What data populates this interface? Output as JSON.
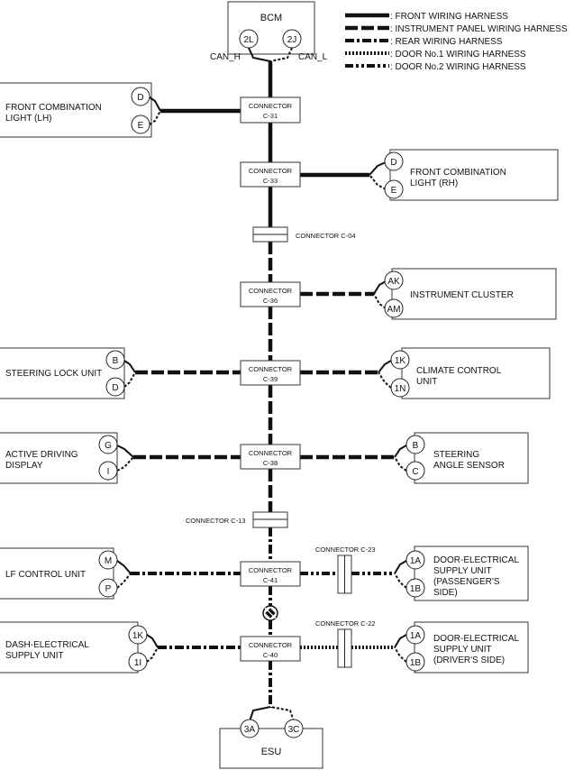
{
  "legend": [
    {
      "style": "front",
      "label": ": FRONT WIRING HARNESS"
    },
    {
      "style": "ip",
      "label": ": INSTRUMENT PANEL WIRING HARNESS"
    },
    {
      "style": "rear",
      "label": ": REAR WIRING HARNESS"
    },
    {
      "style": "d1",
      "label": ": DOOR No.1 WIRING HARNESS"
    },
    {
      "style": "d2",
      "label": ": DOOR No.2 WIRING HARNESS"
    }
  ],
  "bcm": {
    "label": "BCM",
    "pin_h": "2L",
    "pin_l": "2J",
    "can_h": "CAN_H",
    "can_l": "CAN_L"
  },
  "esu": {
    "label": "ESU",
    "pin_a": "3A",
    "pin_b": "3C"
  },
  "connectors": {
    "c31": {
      "line1": "CONNECTOR",
      "line2": "C-31"
    },
    "c33": {
      "line1": "CONNECTOR",
      "line2": "C-33"
    },
    "c36": {
      "line1": "CONNECTOR",
      "line2": "C-36"
    },
    "c39": {
      "line1": "CONNECTOR",
      "line2": "C-39"
    },
    "c38": {
      "line1": "CONNECTOR",
      "line2": "C-38"
    },
    "c41": {
      "line1": "CONNECTOR",
      "line2": "C-41"
    },
    "c40": {
      "line1": "CONNECTOR",
      "line2": "C-40"
    }
  },
  "joints": {
    "c04": "CONNECTOR C-04",
    "c13": "CONNECTOR C-13",
    "c23": "CONNECTOR C-23",
    "c22": "CONNECTOR C-22"
  },
  "units": {
    "front_lh": {
      "lines": [
        "FRONT COMBINATION",
        "LIGHT (LH)"
      ],
      "pins": [
        "D",
        "E"
      ]
    },
    "front_rh": {
      "lines": [
        "FRONT COMBINATION",
        "LIGHT (RH)"
      ],
      "pins": [
        "D",
        "E"
      ]
    },
    "instrument_cluster": {
      "lines": [
        "INSTRUMENT CLUSTER"
      ],
      "pins": [
        "AK",
        "AM"
      ]
    },
    "steering_lock": {
      "lines": [
        "STEERING LOCK UNIT"
      ],
      "pins": [
        "B",
        "D"
      ]
    },
    "climate_control": {
      "lines": [
        "CLIMATE CONTROL",
        "UNIT"
      ],
      "pins": [
        "1K",
        "1N"
      ]
    },
    "active_driving": {
      "lines": [
        "ACTIVE DRIVING",
        "DISPLAY"
      ],
      "pins": [
        "G",
        "I"
      ]
    },
    "steering_angle": {
      "lines": [
        "STEERING",
        "ANGLE SENSOR"
      ],
      "pins": [
        "B",
        "C"
      ]
    },
    "lf_control": {
      "lines": [
        "LF CONTROL UNIT"
      ],
      "pins": [
        "M",
        "P"
      ]
    },
    "door_passenger": {
      "lines": [
        "DOOR-ELECTRICAL",
        "SUPPLY UNIT",
        "(PASSENGER'S",
        "SIDE)"
      ],
      "pins": [
        "1A",
        "1B"
      ]
    },
    "dash_supply": {
      "lines": [
        "DASH-ELECTRICAL",
        "SUPPLY UNIT"
      ],
      "pins": [
        "1K",
        "1I"
      ]
    },
    "door_driver": {
      "lines": [
        "DOOR-ELECTRICAL",
        "SUPPLY UNIT",
        "(DRIVER'S SIDE)"
      ],
      "pins": [
        "1A",
        "1B"
      ]
    }
  }
}
